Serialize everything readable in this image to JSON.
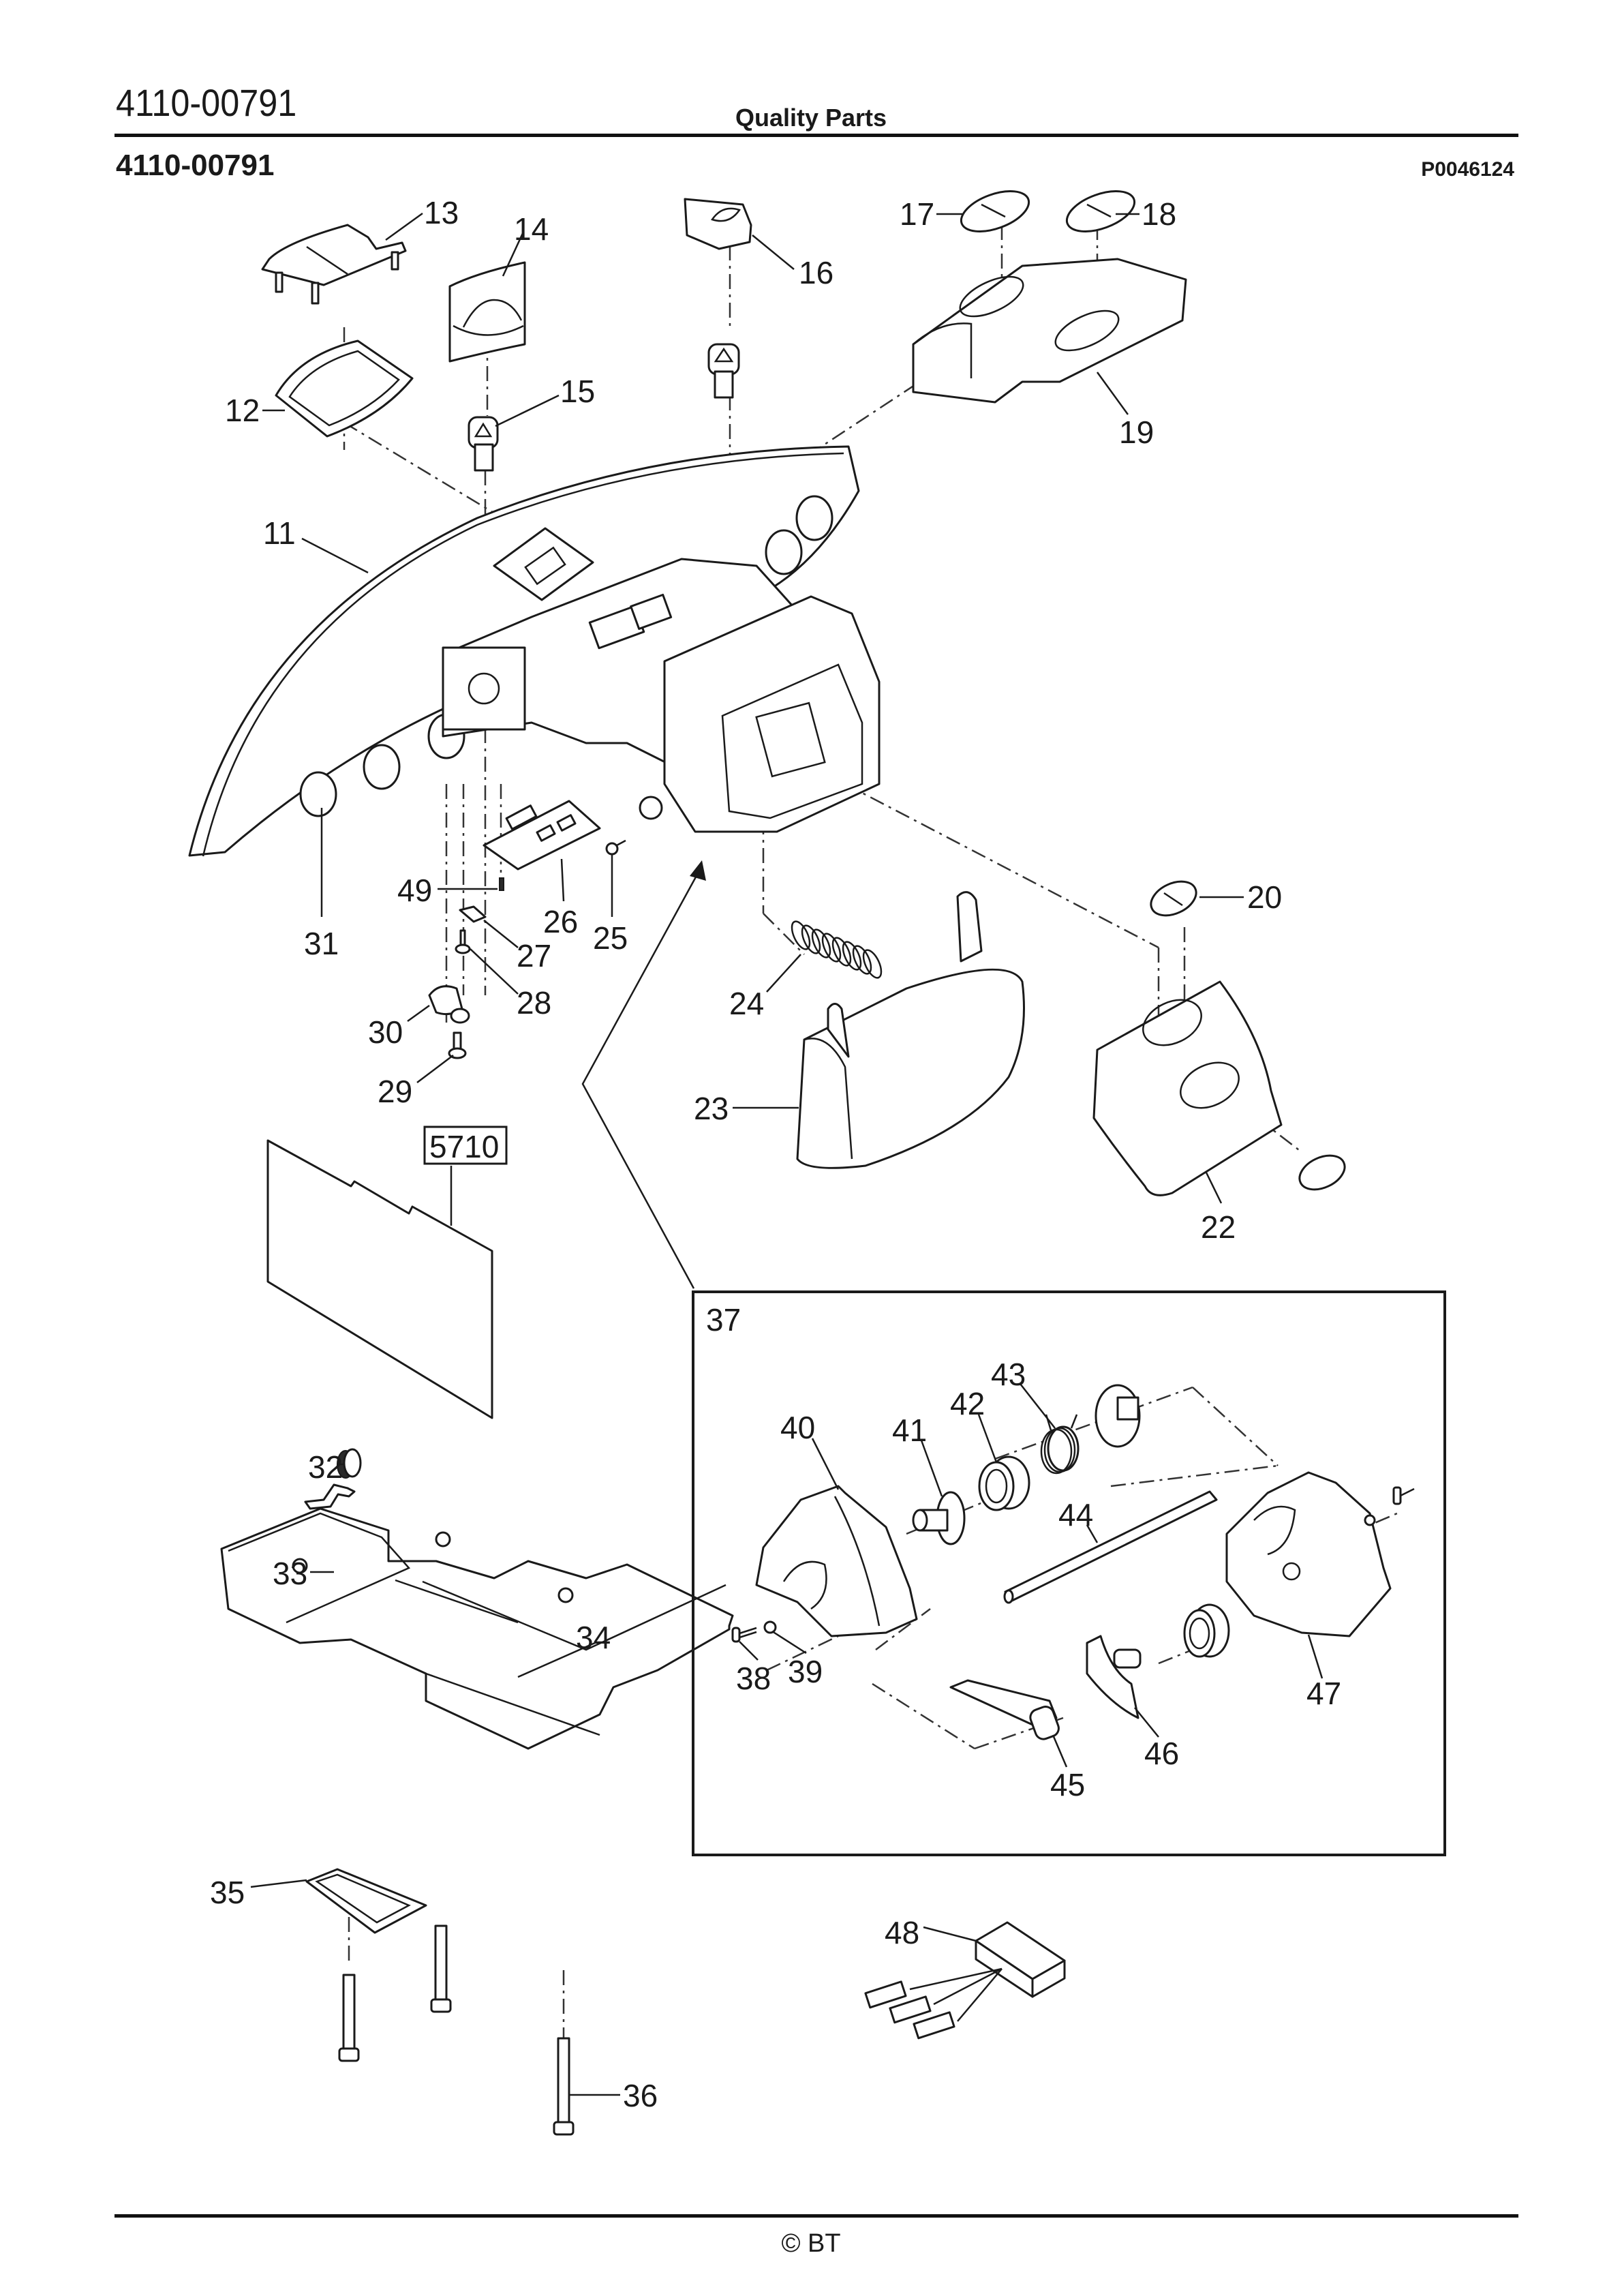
{
  "header": {
    "part_number_top": "4110-00791",
    "center_title": "Quality Parts",
    "title": "4110-00791",
    "document_id": "P0046124"
  },
  "footer": {
    "copyright": "© BT"
  },
  "diagram": {
    "type": "exploded parts diagram",
    "callouts": {
      "p11": "11",
      "p12": "12",
      "p13": "13",
      "p14": "14",
      "p15": "15",
      "p16": "16",
      "p17": "17",
      "p18": "18",
      "p19": "19",
      "p20": "20",
      "p22": "22",
      "p23": "23",
      "p24": "24",
      "p25": "25",
      "p26": "26",
      "p27": "27",
      "p28": "28",
      "p29": "29",
      "p30": "30",
      "p31": "31",
      "p32": "32",
      "p33": "33",
      "p34": "34",
      "p35": "35",
      "p36": "36",
      "p37": "37",
      "p38": "38",
      "p39": "39",
      "p40": "40",
      "p41": "41",
      "p42": "42",
      "p43": "43",
      "p44": "44",
      "p45": "45",
      "p46": "46",
      "p47": "47",
      "p48": "48",
      "p49": "49"
    },
    "boxed_label": "5710",
    "inset_assembly_label": "37"
  }
}
